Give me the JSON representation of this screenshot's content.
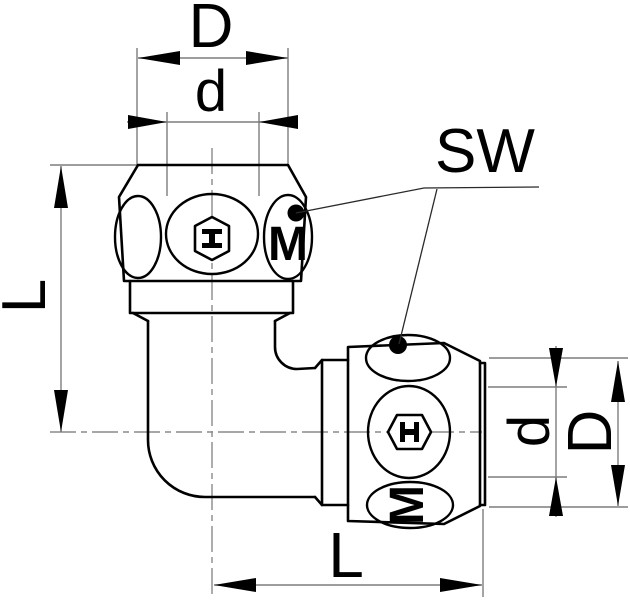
{
  "drawing": {
    "description": "technical drawing of 90-degree elbow compression fitting",
    "labels": {
      "top_outer_diameter": "D",
      "top_pipe_diameter": "d",
      "wrench_size": "SW",
      "left_length": "L",
      "bottom_length": "L",
      "right_pipe_diameter": "d",
      "right_outer_diameter": "D",
      "nut1_mark": "M",
      "nut2_mark": "M"
    },
    "colors": {
      "outline": "#000000",
      "dimension_lines": "#7d7d7d",
      "background": "#ffffff"
    }
  }
}
